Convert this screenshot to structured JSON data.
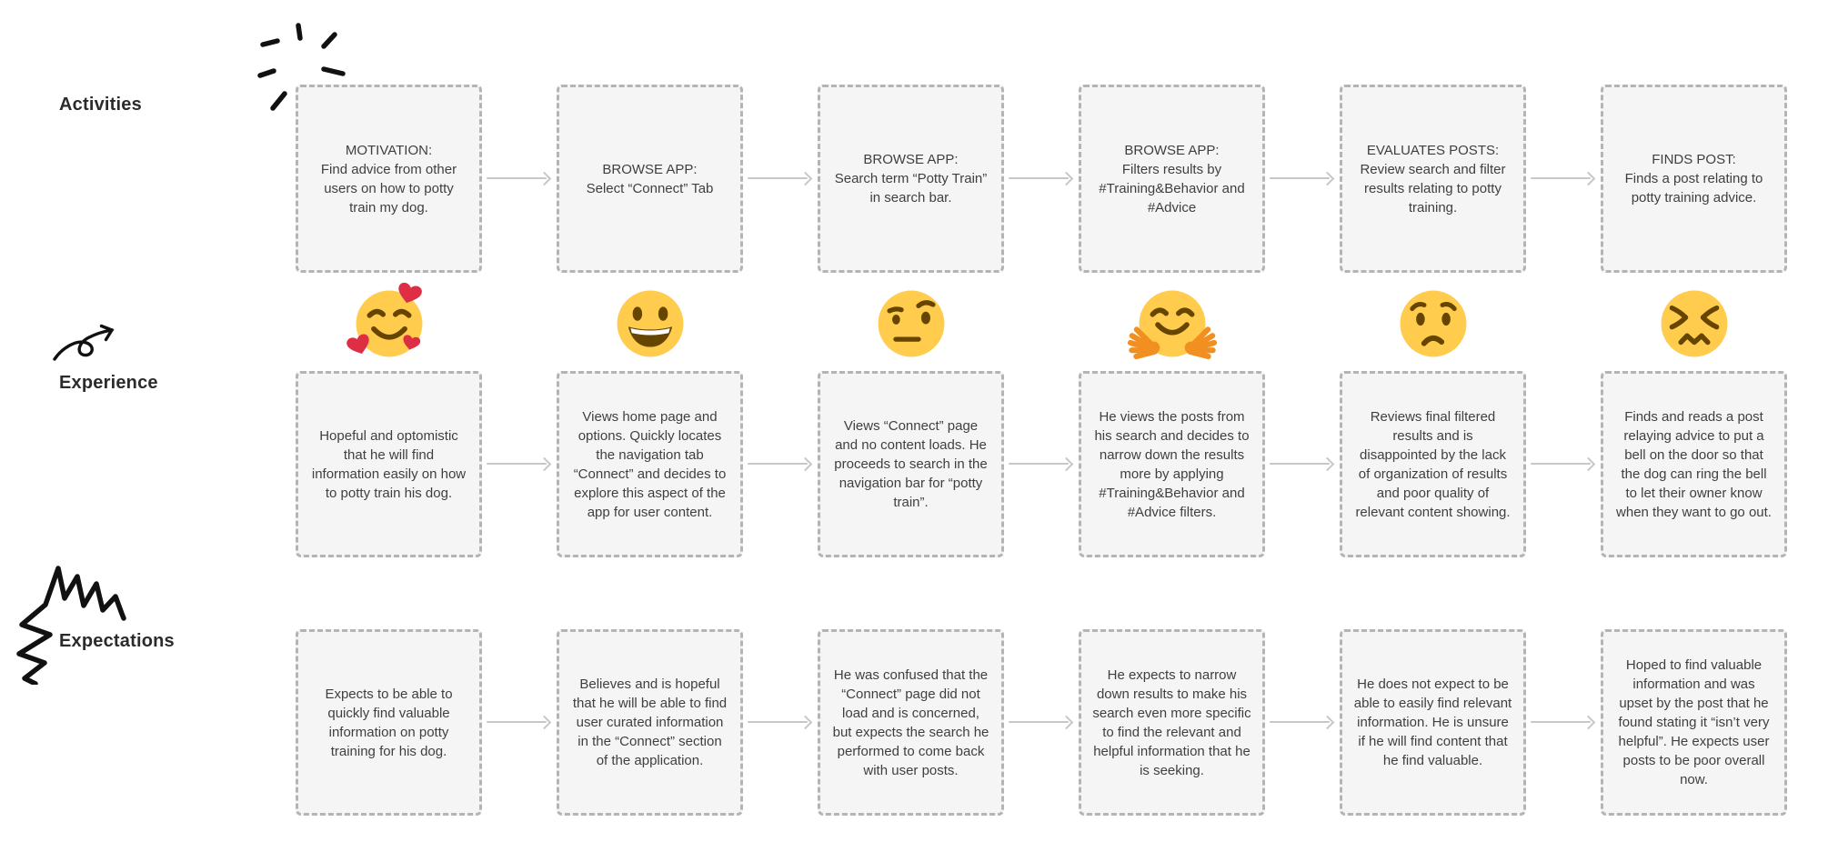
{
  "board": {
    "type": "user-journey-map",
    "row_labels": {
      "activities": "Activities",
      "experience": "Experience",
      "expectations": "Expectations"
    },
    "activities": {
      "cards": [
        {
          "title": "MOTIVATION:",
          "body": "Find advice from other users on how to potty train my dog."
        },
        {
          "title": "BROWSE APP:",
          "body": "Select “Connect” Tab"
        },
        {
          "title": "BROWSE APP:",
          "body": "Search term “Potty Train” in search bar."
        },
        {
          "title": "BROWSE APP:",
          "body": "Filters results by #Training&Behavior and #Advice"
        },
        {
          "title": "EVALUATES POSTS:",
          "body": "Review search and filter results relating to potty training."
        },
        {
          "title": "FINDS POST:",
          "body": "Finds a post relating to potty training advice."
        }
      ]
    },
    "emotions": [
      {
        "name": "smiling-face-with-hearts"
      },
      {
        "name": "grinning-face"
      },
      {
        "name": "face-with-raised-eyebrow"
      },
      {
        "name": "hugging-face"
      },
      {
        "name": "worried-face"
      },
      {
        "name": "confounded-face"
      }
    ],
    "experience": {
      "cards": [
        {
          "body": "Hopeful and optomistic that he will find information easily on how to potty train his dog."
        },
        {
          "body": "Views home page and options. Quickly locates the navigation tab “Connect” and decides to explore this aspect of the app for user content."
        },
        {
          "body": "Views “Connect” page and no content loads. He proceeds to search in the navigation bar for “potty train”."
        },
        {
          "body": "He views the posts from his search and decides to narrow down the results more by applying #Training&Behavior and #Advice filters."
        },
        {
          "body": "Reviews final filtered results and is disappointed by the lack of organization of results and poor quality of relevant content showing."
        },
        {
          "body": "Finds and reads a post relaying advice to put a bell on the door so that the dog can ring the bell to let their owner know when they want to go out."
        }
      ]
    },
    "expectations": {
      "cards": [
        {
          "body": "Expects to be able to quickly find valuable information on potty training for his dog."
        },
        {
          "body": "Believes and is hopeful that he will be able to find user curated information in the “Connect” section of the application."
        },
        {
          "body": "He was confused that the “Connect” page did not load and is concerned, but expects the search he performed to come back with user posts."
        },
        {
          "body": "He expects to narrow down results to make his search even more specific to find the relevant and helpful information that he is seeking."
        },
        {
          "body": "He does not expect to be able to easily find relevant information. He is unsure if he will find content that he find valuable."
        },
        {
          "body": "Hoped to find valuable information and was upset by the post that he found stating it “isn’t very helpful”. He expects user posts to be poor overall now."
        }
      ]
    },
    "colors": {
      "card_bg": "#f5f5f5",
      "card_border": "#b4b4b4",
      "arrow": "#c7c7c7",
      "text": "#3f3f3f",
      "label_text": "#2b2b2b",
      "emoji_yellow": "#FFCC4D",
      "emoji_brown": "#664500",
      "heart_red": "#DD2E44",
      "hand_orange": "#F19020",
      "doodle_ink": "#111111"
    }
  }
}
